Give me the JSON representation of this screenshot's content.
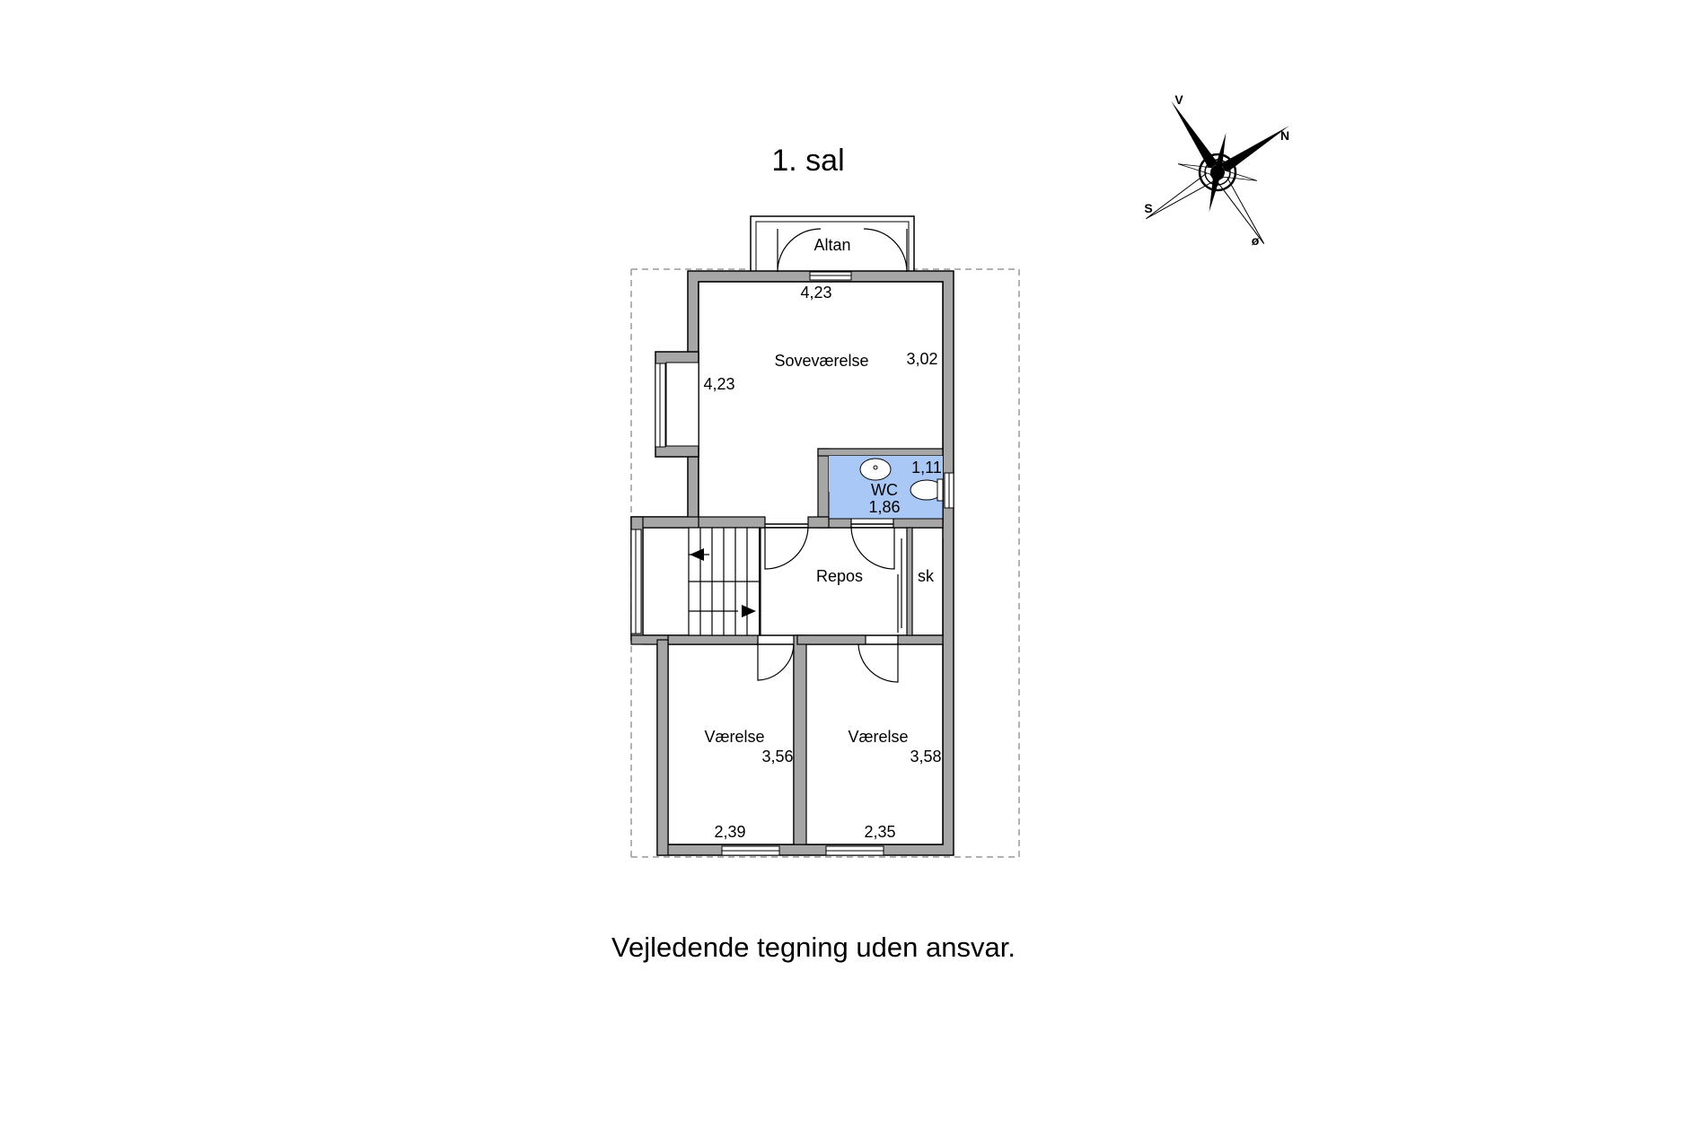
{
  "plan": {
    "title": "1. sal",
    "footer": "Vejledende tegning uden ansvar.",
    "colors": {
      "wall": "#a6a6a6",
      "wc_fill": "#a9c8f5",
      "line": "#000000",
      "dashed": "#9a9a9a"
    },
    "compass": {
      "v": "V",
      "n": "N",
      "s": "S",
      "o": "ø"
    },
    "rooms": {
      "altan": {
        "label": "Altan",
        "dim": "4,23"
      },
      "sovevaerelse": {
        "label": "Soveværelse",
        "dim_right": "3,02",
        "dim_left": "4,23"
      },
      "wc": {
        "label": "WC",
        "dim_top": "1,11",
        "dim_bottom": "1,86"
      },
      "repos": {
        "label": "Repos"
      },
      "sk": {
        "label": "sk"
      },
      "vaerelse_left": {
        "label": "Værelse",
        "dim_side": "3,56",
        "dim_bottom": "2,39"
      },
      "vaerelse_right": {
        "label": "Værelse",
        "dim_side": "3,58",
        "dim_bottom": "2,35"
      }
    }
  }
}
